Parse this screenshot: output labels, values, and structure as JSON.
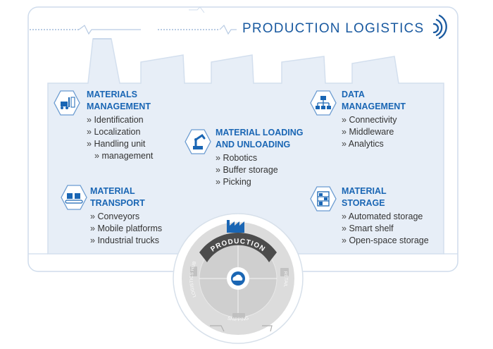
{
  "title": "PRODUCTION LOGISTICS",
  "colors": {
    "accent": "#1a66b4",
    "panel": "#e7eef7",
    "outline": "#cbd9ea"
  },
  "sections": {
    "materials_management": {
      "heading": [
        "MATERIALS",
        "MANAGEMENT"
      ],
      "items": [
        "Identification",
        "Localization",
        "Handling unit",
        "management"
      ],
      "icon": "forklift-icon"
    },
    "material_loading": {
      "heading": [
        "MATERIAL LOADING",
        "AND UNLOADING"
      ],
      "items": [
        "Robotics",
        "Buffer storage",
        "Picking"
      ],
      "icon": "robot-arm-icon"
    },
    "data_management": {
      "heading": [
        "DATA",
        "MANAGEMENT"
      ],
      "items": [
        "Connectivity",
        "Middleware",
        "Analytics"
      ],
      "icon": "network-icon"
    },
    "material_transport": {
      "heading": [
        "MATERIAL",
        "TRANSPORT"
      ],
      "items": [
        "Conveyors",
        "Mobile platforms",
        "Industrial trucks"
      ],
      "icon": "conveyor-icon"
    },
    "material_storage": {
      "heading": [
        "MATERIAL",
        "STORAGE"
      ],
      "items": [
        "Automated storage",
        "Smart shelf",
        "Open-space storage"
      ],
      "icon": "shelf-icon"
    }
  },
  "wheel": {
    "top_label": "PRODUCTION",
    "left_label": "LOGISTICS HUB",
    "right_label": "RETAIL",
    "bottom_label": "SHIPPING"
  }
}
